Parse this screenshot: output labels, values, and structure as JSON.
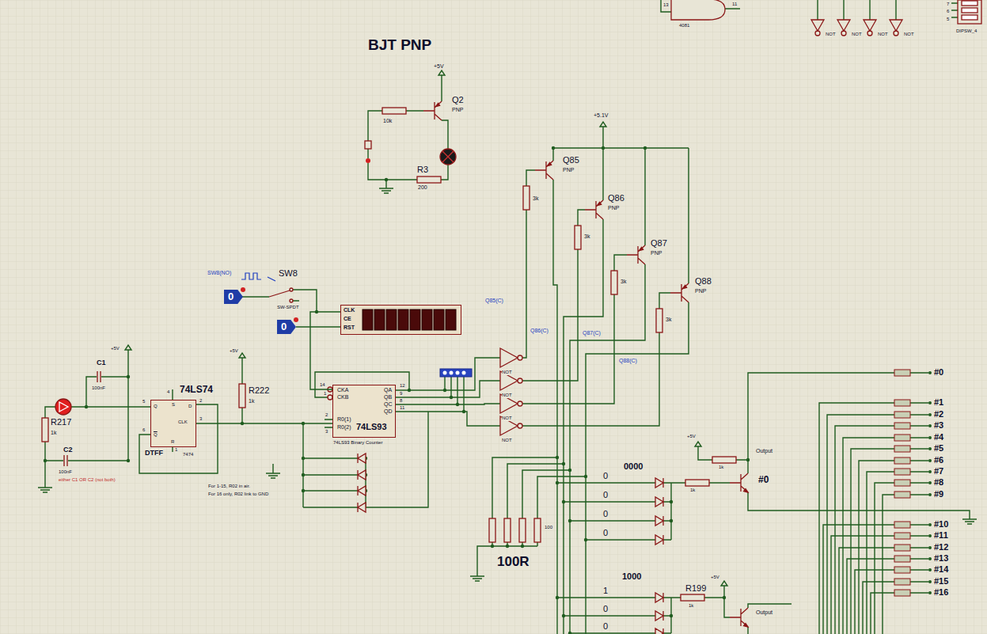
{
  "diagram": {
    "nodes": [
      {
        "text": [
          "0"
        ]
      },
      {
        "text": [
          "0"
        ]
      },
      {
        "text": [
          "CLK",
          "CE",
          "RST"
        ]
      },
      {
        "text": [
          "74LS74",
          "S",
          "D",
          "Q",
          "CLK",
          "Q",
          "R",
          "DTFF",
          "7474"
        ]
      },
      {
        "text": [
          "CKA",
          "CKB",
          "R0(1)",
          "R0(2)",
          "QA",
          "QB",
          "QC",
          "QD",
          "74LS93",
          "74LS93 Binary Counter"
        ]
      }
    ],
    "edges": [
      {
        "from": 1,
        "to": 2,
        "arrow": "none"
      },
      {
        "from": 3,
        "to": 4,
        "arrow": "none"
      },
      {
        "from": 4,
        "to": 2,
        "arrow": "none"
      }
    ],
    "labels": [
      "BJT PNP",
      "+5V",
      "Q2",
      "PNP",
      "10k",
      "R3",
      "200",
      "+5.1V",
      "Q85",
      "PNP",
      "3k",
      "Q86",
      "PNP",
      "3k",
      "Q87",
      "PNP",
      "3k",
      "Q88",
      "PNP",
      "3k",
      "Q85(C)",
      "Q86(C)",
      "Q87(C)",
      "Q88(C)",
      "NOT",
      "NOT",
      "NOT",
      "NOT",
      "SW8(NO)",
      "SW8",
      "SW-SPDT",
      "R217",
      "1k",
      "C1",
      "100nF",
      "C2",
      "100nF",
      "either C1 OR C2 (not both)",
      "+5V",
      "R222",
      "1k",
      "+5V",
      "4",
      "5",
      "2",
      "3",
      "6",
      "1",
      "14",
      "1",
      "2",
      "3",
      "12",
      "9",
      "8",
      "11",
      "For 1-15, R02 in air.",
      "For 16 only, R02 link to GND",
      "100",
      "100R",
      "0000",
      "0",
      "0",
      "0",
      "0",
      "1000",
      "1",
      "0",
      "0",
      "+5V",
      "1k",
      "Output",
      "#0",
      "1k",
      "R199",
      "1k",
      "+5V",
      "Output",
      "#0",
      "#1",
      "#2",
      "#3",
      "#4",
      "#5",
      "#6",
      "#7",
      "#8",
      "#9",
      "#10",
      "#11",
      "#12",
      "#13",
      "#14",
      "#15",
      "#16",
      "13",
      "11",
      "4081",
      "NOT",
      "NOT",
      "NOT",
      "NOT",
      "7",
      "6",
      "5",
      "DIPSW_4"
    ]
  }
}
